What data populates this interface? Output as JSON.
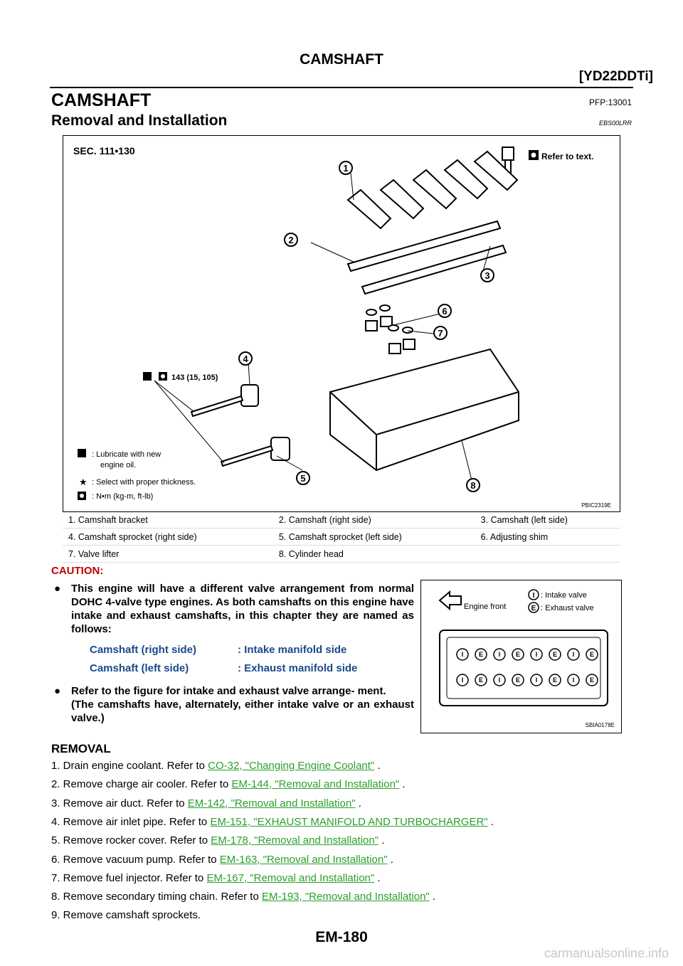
{
  "header": {
    "title": "CAMSHAFT",
    "subtitle": "[YD22DDTi]"
  },
  "section": {
    "title": "CAMSHAFT",
    "pfp": "PFP:13001"
  },
  "subsection": {
    "title": "Removal and Installation",
    "code": "EBS00LRR"
  },
  "figure1": {
    "sec": "SEC. 111•130",
    "refer": "Refer to text.",
    "torque": "143 (15, 105)",
    "legend": [
      ": Lubricate with new",
      "engine oil.",
      ": Select with proper thickness.",
      ": N•m (kg-m, ft-lb)"
    ],
    "callouts": [
      "1",
      "2",
      "3",
      "4",
      "5",
      "6",
      "7",
      "8"
    ],
    "code": "PBIC2319E"
  },
  "parts": [
    [
      "1.  Camshaft bracket",
      "2.  Camshaft (right side)",
      "3.  Camshaft (left side)"
    ],
    [
      "4.  Camshaft sprocket (right side)",
      "5.  Camshaft sprocket (left side)",
      "6.  Adjusting shim"
    ],
    [
      "7.  Valve lifter",
      "8.  Cylinder head",
      ""
    ]
  ],
  "caution": {
    "label": "CAUTION:",
    "bullet1": "This engine will have a different valve arrangement from normal DOHC 4-valve type engines. As both camshafts on this engine have intake and exhaust camshafts, in this chapter they are named as follows:",
    "cam_right": "Camshaft (right side)",
    "cam_right_desc": ": Intake manifold side",
    "cam_left": "Camshaft (left side)",
    "cam_left_desc": ": Exhaust manifold side",
    "bullet2a": "Refer to the figure for intake and exhaust valve arrange- ment.",
    "bullet2b": "(The camshafts have, alternately, either intake valve or an exhaust valve.)"
  },
  "figure2": {
    "engine_front": "Engine front",
    "intake": ": Intake valve",
    "exhaust": ": Exhaust valve",
    "i": "I",
    "e": "E",
    "code": "SBIA0178E"
  },
  "removal": {
    "heading": "REMOVAL",
    "steps": [
      {
        "text": "1. Drain engine coolant. Refer to ",
        "link": "CO-32, \"Changing Engine Coolant\"",
        "end": " ."
      },
      {
        "text": "2. Remove charge air cooler. Refer to ",
        "link": "EM-144, \"Removal and Installation\"",
        "end": " ."
      },
      {
        "text": "3. Remove air duct. Refer to ",
        "link": "EM-142, \"Removal and Installation\"",
        "end": " ."
      },
      {
        "text": "4. Remove air inlet pipe. Refer to ",
        "link": "EM-151, \"EXHAUST MANIFOLD AND TURBOCHARGER\"",
        "end": " ."
      },
      {
        "text": "5. Remove rocker cover. Refer to ",
        "link": "EM-178, \"Removal and Installation\"",
        "end": " ."
      },
      {
        "text": "6. Remove vacuum pump. Refer to ",
        "link": "EM-163, \"Removal and Installation\"",
        "end": " ."
      },
      {
        "text": "7. Remove fuel injector. Refer to ",
        "link": "EM-167, \"Removal and Installation\"",
        "end": " ."
      },
      {
        "text": "8. Remove secondary timing chain. Refer to ",
        "link": "EM-193, \"Removal and Installation\"",
        "end": " ."
      },
      {
        "text": "9. Remove camshaft sprockets.",
        "link": "",
        "end": ""
      }
    ]
  },
  "footer": {
    "page": "EM-180",
    "watermark": "carmanualsonline.info"
  }
}
